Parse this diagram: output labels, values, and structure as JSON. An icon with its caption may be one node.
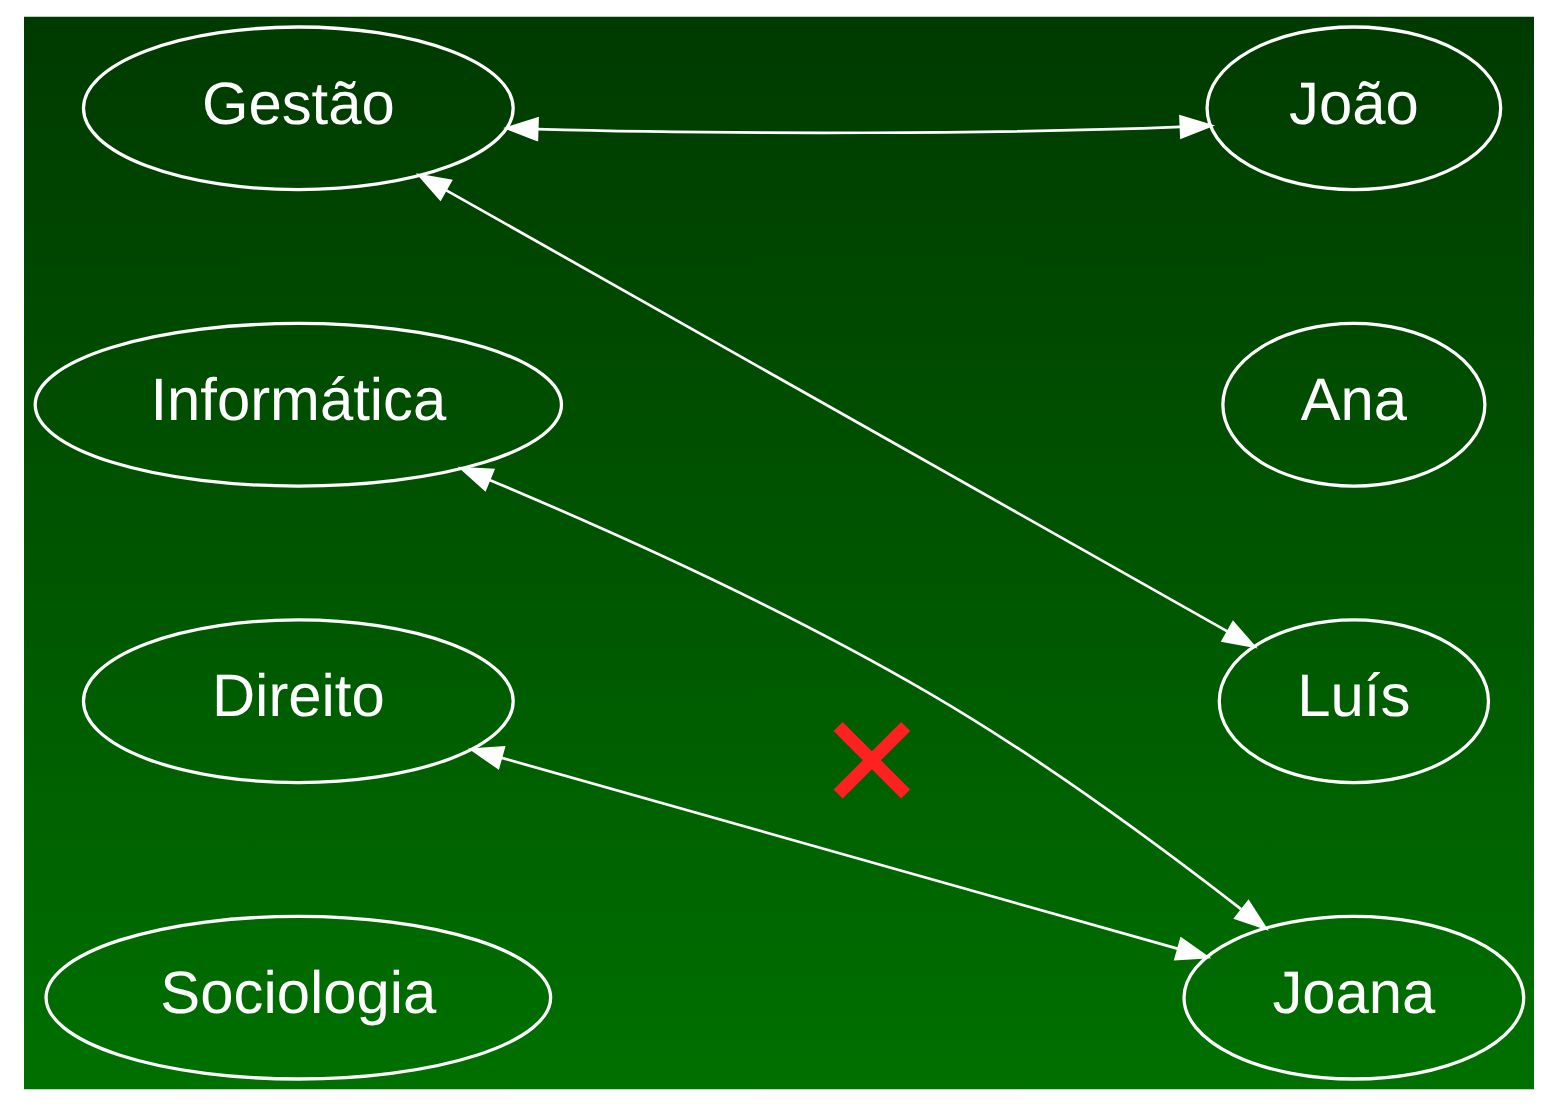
{
  "diagram": {
    "nodes": [
      {
        "text": [
          "Gestão"
        ]
      },
      {
        "text": [
          "Informática"
        ]
      },
      {
        "text": [
          "Direito"
        ]
      },
      {
        "text": [
          "Sociologia"
        ]
      },
      {
        "text": [
          "João"
        ]
      },
      {
        "text": [
          "Ana"
        ]
      },
      {
        "text": [
          "Luís"
        ]
      },
      {
        "text": [
          "Joana"
        ]
      }
    ],
    "edges": [
      {
        "from": 0,
        "to": 4,
        "arrow": "both"
      },
      {
        "from": 0,
        "to": 6,
        "arrow": "both"
      },
      {
        "from": 1,
        "to": 7,
        "arrow": "both"
      },
      {
        "from": 2,
        "to": 7,
        "arrow": "both",
        "label": "✕"
      }
    ]
  }
}
